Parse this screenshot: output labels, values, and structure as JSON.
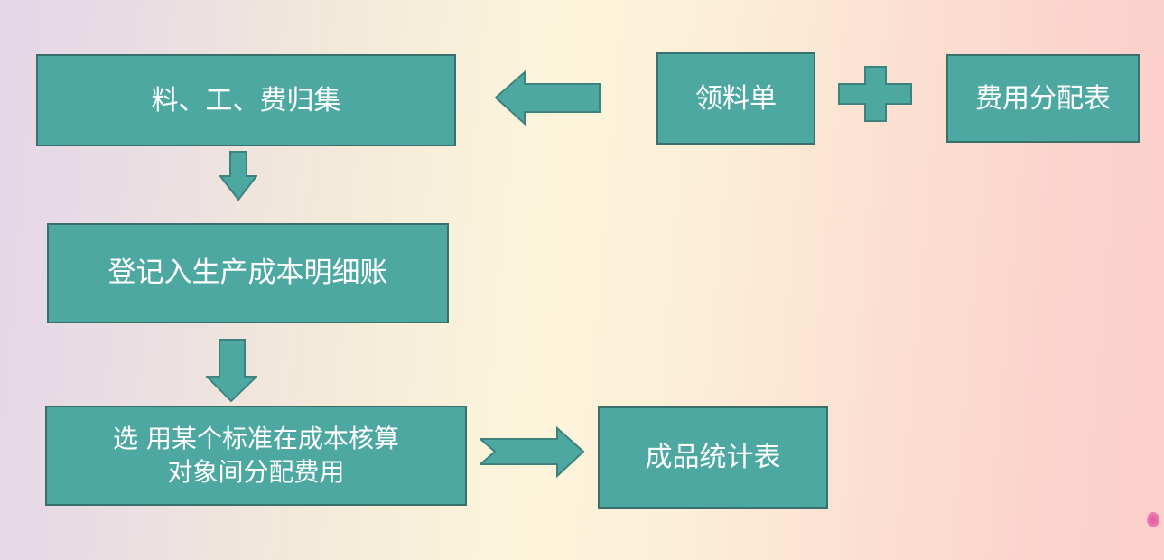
{
  "diagram": {
    "type": "flowchart",
    "nodes": {
      "collect": {
        "label": "料、工、费归集"
      },
      "requisition": {
        "label": "领料单"
      },
      "allocation_table": {
        "label": "费用分配表"
      },
      "ledger": {
        "label": "登记入生产成本明细账"
      },
      "standard": {
        "line1": "选 用某个标准在成本核算",
        "line2": "对象间分配费用"
      },
      "statistics": {
        "label": "成品统计表"
      }
    },
    "connectors": [
      {
        "icon": "plus-icon",
        "meaning": "requisition plus allocation-table"
      },
      {
        "icon": "left-arrow-icon",
        "from": "requisition+allocation_table",
        "to": "collect"
      },
      {
        "icon": "down-arrow-icon",
        "from": "collect",
        "to": "ledger"
      },
      {
        "icon": "down-arrow-icon",
        "from": "ledger",
        "to": "standard"
      },
      {
        "icon": "right-arrow-icon",
        "from": "standard",
        "to": "statistics"
      }
    ],
    "colors": {
      "shape_fill": "#4EA8A2",
      "shape_border": "#38706C",
      "arrow_border": "#3C837E",
      "text": "#FFFFFF",
      "bg_left": "#E4D6E6",
      "bg_middle": "#FDF5DA",
      "bg_right": "#FBCFCA",
      "dot": "#E96FA9"
    }
  }
}
